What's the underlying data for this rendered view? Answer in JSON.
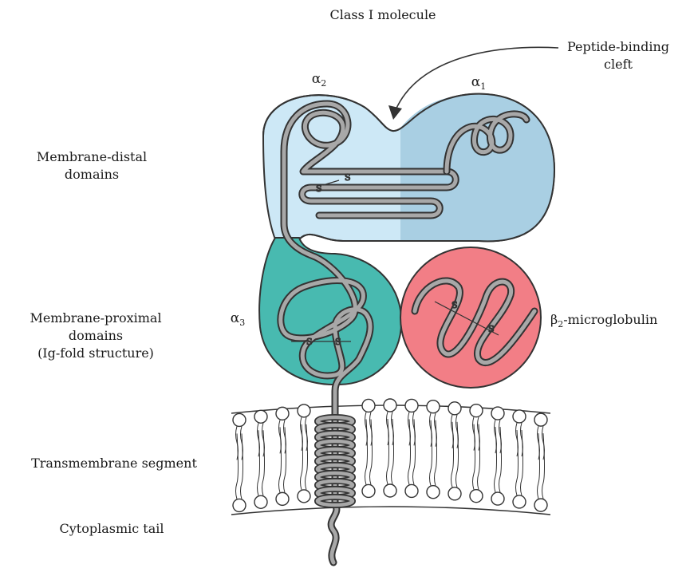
{
  "title": "Class I molecule",
  "labels": {
    "peptide_cleft": "Peptide-binding\ncleft",
    "alpha2": "α",
    "alpha2_sub": "2",
    "alpha1": "α",
    "alpha1_sub": "1",
    "alpha3": "α",
    "alpha3_sub": "3",
    "membrane_distal": "Membrane-distal\ndomains",
    "membrane_proximal": "Membrane-proximal\ndomains\n(Ig-fold structure)",
    "beta2_prefix": "β",
    "beta2_sub": "2",
    "beta2_suffix": "-microglobulin",
    "transmembrane": "Transmembrane segment",
    "cytoplasmic": "Cytoplasmic tail",
    "disulfide_s": "S"
  },
  "colors": {
    "alpha1_fill": "#a9cfe3",
    "alpha2_fill": "#cde8f6",
    "alpha3_fill": "#48bab0",
    "beta2_fill": "#f27e86",
    "chain_fill": "#a8a8a8",
    "outline": "#333333"
  }
}
